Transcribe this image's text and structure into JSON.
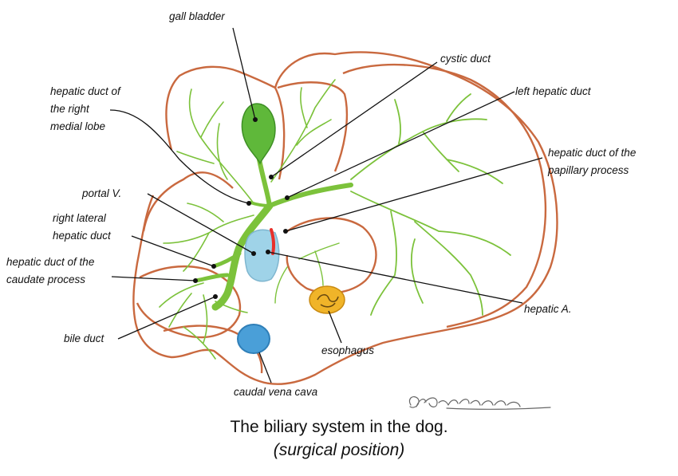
{
  "labels": {
    "gall_bladder": "gall bladder",
    "cystic_duct": "cystic duct",
    "left_hepatic_duct": "left hepatic duct",
    "hepatic_duct_right_medial_1": "hepatic duct of",
    "hepatic_duct_right_medial_2": "the right",
    "hepatic_duct_right_medial_3": "medial lobe",
    "hepatic_duct_papillary_1": "hepatic duct of the",
    "hepatic_duct_papillary_2": "papillary process",
    "portal_v": "portal V.",
    "right_lateral_1": "right lateral",
    "right_lateral_2": "hepatic duct",
    "caudate_1": "hepatic duct of the",
    "caudate_2": "caudate process",
    "bile_duct": "bile duct",
    "hepatic_a": "hepatic A.",
    "esophagus": "esophagus",
    "caudal_vena_cava": "caudal vena cava"
  },
  "signature": "G. Constantinescu",
  "caption": {
    "title": "The biliary system in the dog.",
    "subtitle": "(surgical position)"
  },
  "colors": {
    "liver_outline": "#c9693f",
    "ducts": "#7cc23b",
    "gall_bladder": "#5fb83a",
    "portal_vein": "#9fd3e8",
    "hepatic_artery": "#e8302a",
    "vena_cava": "#4a9fd8",
    "esophagus": "#f0b429"
  }
}
